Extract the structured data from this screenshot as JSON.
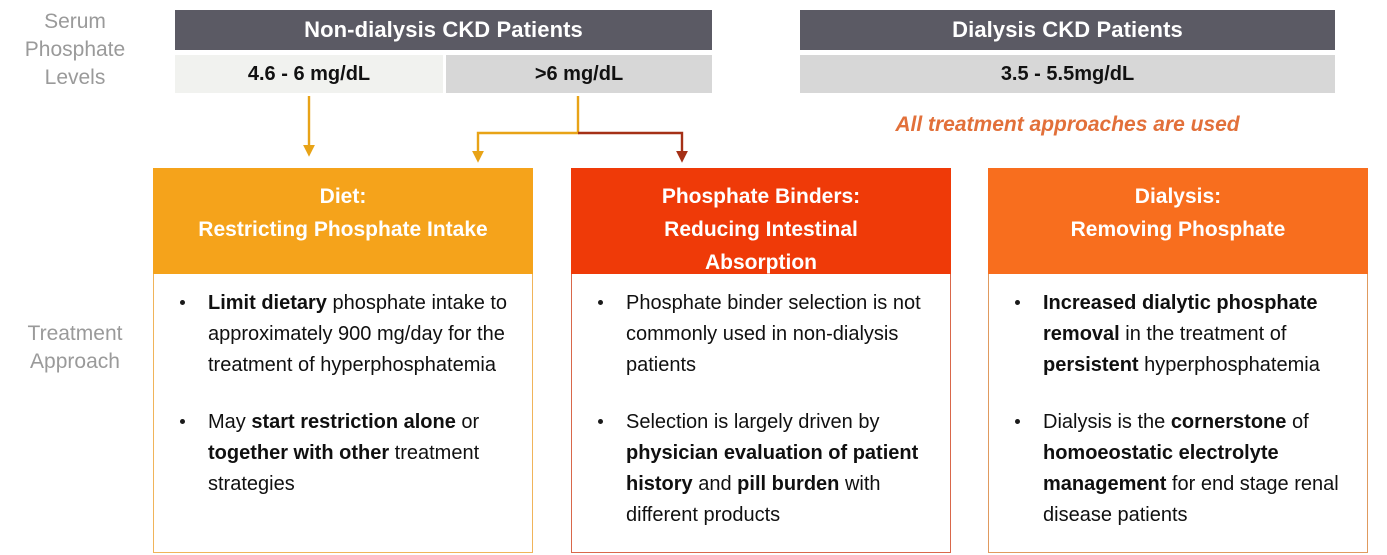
{
  "row_labels": {
    "serum": "Serum\nPhosphate\nLevels",
    "serum_lines": [
      "Serum",
      "Phosphate",
      "Levels"
    ],
    "treatment": "Treatment\nApproach",
    "treatment_lines": [
      "Treatment",
      "Approach"
    ]
  },
  "groups": [
    {
      "id": "non-dialysis",
      "title": "Non-dialysis CKD Patients",
      "values": [
        {
          "id": "range-4-6-to-6",
          "text": "4.6 - 6 mg/dL"
        },
        {
          "id": "range-above-6",
          "text": ">6 mg/dL"
        }
      ]
    },
    {
      "id": "dialysis",
      "title": "Dialysis CKD Patients",
      "values": [
        {
          "id": "range-3-5-to-5-5",
          "text": "3.5 - 5.5mg/dL"
        }
      ]
    }
  ],
  "note": "All treatment approaches are used",
  "cards": [
    {
      "id": "diet",
      "head_lines": [
        "Diet:",
        "Restricting Phosphate Intake"
      ],
      "bullets": [
        [
          {
            "t": "Limit dietary",
            "b": true
          },
          {
            "t": " phosphate intake to approximately 900 mg/day for the treatment of hyperphosphatemia",
            "b": false
          }
        ],
        [
          {
            "t": "May ",
            "b": false
          },
          {
            "t": "start restriction alone",
            "b": true
          },
          {
            "t": " or ",
            "b": false
          },
          {
            "t": "together with other",
            "b": true
          },
          {
            "t": " treatment strategies",
            "b": false
          }
        ]
      ]
    },
    {
      "id": "binders",
      "head_lines": [
        "Phosphate Binders:",
        "Reducing Intestinal",
        "Absorption"
      ],
      "bullets": [
        [
          {
            "t": "Phosphate binder selection is not commonly used in non-dialysis patients",
            "b": false
          }
        ],
        [
          {
            "t": "Selection is largely driven by ",
            "b": false
          },
          {
            "t": "physician evaluation of patient history",
            "b": true
          },
          {
            "t": " and ",
            "b": false
          },
          {
            "t": "pill burden",
            "b": true
          },
          {
            "t": " with different products",
            "b": false
          }
        ]
      ]
    },
    {
      "id": "dialysis",
      "head_lines": [
        "Dialysis:",
        "Removing Phosphate"
      ],
      "bullets": [
        [
          {
            "t": "Increased dialytic phosphate removal",
            "b": true
          },
          {
            "t": " in the treatment of ",
            "b": false
          },
          {
            "t": "persistent",
            "b": true
          },
          {
            "t": " hyperphosphatemia",
            "b": false
          }
        ],
        [
          {
            "t": "Dialysis is the ",
            "b": false
          },
          {
            "t": "cornerstone",
            "b": true
          },
          {
            "t": " of ",
            "b": false
          },
          {
            "t": "homoeostatic electrolyte management",
            "b": true
          },
          {
            "t": " for end stage renal disease patients",
            "b": false
          }
        ]
      ]
    }
  ],
  "colors": {
    "header_band": "#5b5a64",
    "value_light": "#f1f2ef",
    "value_gray": "#d7d7d7",
    "diet_amber": "#f5a31b",
    "binders_red": "#ef3a08",
    "dialysis_orange": "#f86e1e",
    "note_orange": "#e2703a",
    "arrow_amber": "#e8a317",
    "arrow_darkred": "#a53016",
    "label_gray": "#9a9a9a"
  },
  "connectors": [
    {
      "id": "arrow-to-diet-direct",
      "from": "range-4-6-to-6",
      "to": "diet",
      "color": "#e8a317"
    },
    {
      "id": "arrow-to-diet-branch",
      "from": "range-above-6",
      "to": "diet",
      "color": "#e8a317"
    },
    {
      "id": "arrow-to-binders-branch",
      "from": "range-above-6",
      "to": "binders",
      "color": "#a53016"
    }
  ]
}
